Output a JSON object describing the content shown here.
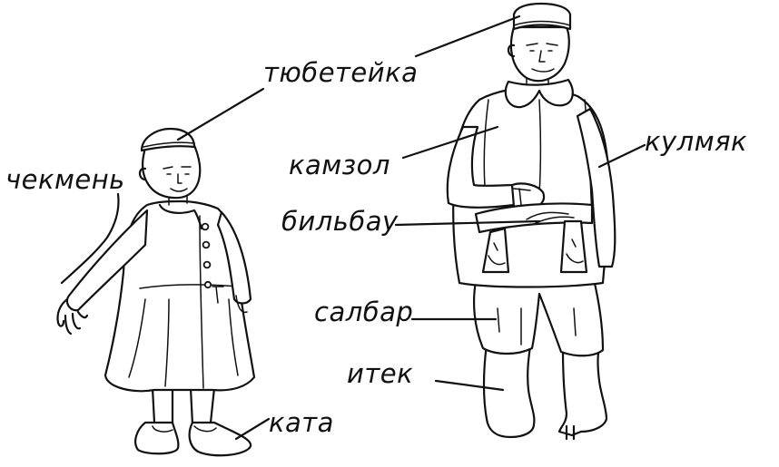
{
  "labels": {
    "tubeteika": "тюбетейка",
    "chekmen": "чекмень",
    "kamzol": "камзол",
    "kulmyak": "кулмяк",
    "bilbau": "бильбау",
    "salbar": "салбар",
    "itek": "итек",
    "kata": "ката"
  }
}
